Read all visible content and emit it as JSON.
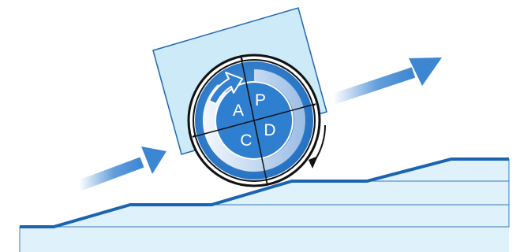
{
  "pdca": {
    "plan": "P",
    "do": "D",
    "check": "C",
    "act": "A"
  },
  "colors": {
    "block_fill": "#cdeaf8",
    "block_stroke": "#1f67b1",
    "slope_fill": "#dff1fb",
    "slope_line": "#1a64b0",
    "wheel_blue": "#2f7fd0",
    "wheel_rim": "#111111",
    "arrow_blue": "#3d86d2"
  }
}
